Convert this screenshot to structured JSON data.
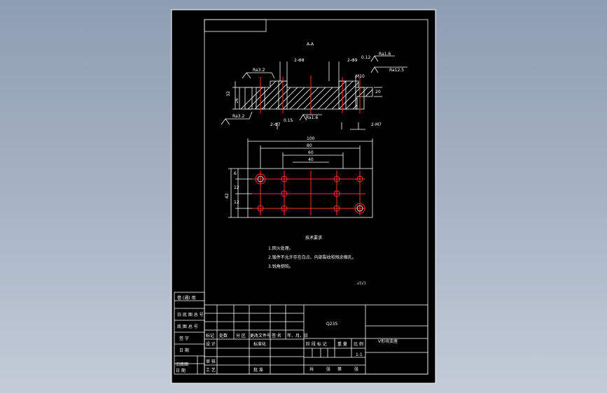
{
  "section_label": "A-A",
  "surface_marks": {
    "left_top": "Ra3.2",
    "left_bottom": "Ra3.2",
    "top_right_1": "Ra1.6",
    "top_right_2": "Ra12.5",
    "bottom_mid": "Ra1.6"
  },
  "dims": {
    "holes_2_phi8": "2-Φ8",
    "holes_2_phi9": "2-Φ9",
    "depth_0_12": "0.12",
    "m10": "M10",
    "depth_2_phi7": "2-Φ7",
    "depth_0_15": "0.15",
    "holes_2_m7": "2-M7",
    "h_32": "32",
    "h_16": "16",
    "side_20": "20",
    "w_100": "100",
    "w_80": "80",
    "w_60": "60",
    "w_40": "40",
    "v_6": "6",
    "v_12a": "12",
    "v_12b": "12",
    "v_42": "42"
  },
  "tech_req": {
    "title": "技术要求",
    "items": [
      "1.回火处理。",
      "2.锻件不允许存在白点、内部裂纹和残余缩孔。",
      "3.锐角倒钝。"
    ]
  },
  "roughness_note": "√(√)",
  "title_block": {
    "material": "Q235",
    "part_name": "V形块支座",
    "scale": "1:1",
    "headers": [
      "标记",
      "处数",
      "分 区",
      "更改文件号",
      "签 名",
      "年、月、日"
    ],
    "roles": [
      "设 计",
      "标准化",
      "审 核",
      "工 艺",
      "批 准"
    ],
    "stage_header": [
      "阶 段 标 记",
      "重 量",
      "比 例"
    ],
    "sheet_line": [
      "共",
      "张",
      "第",
      "张"
    ]
  },
  "side_strip": [
    "借 (通) 用",
    "旧 底 图 总 号",
    "底 图 总 号",
    "签 字",
    "日 期"
  ],
  "side_strip_bottom": [
    "旧底图",
    "日 期"
  ]
}
